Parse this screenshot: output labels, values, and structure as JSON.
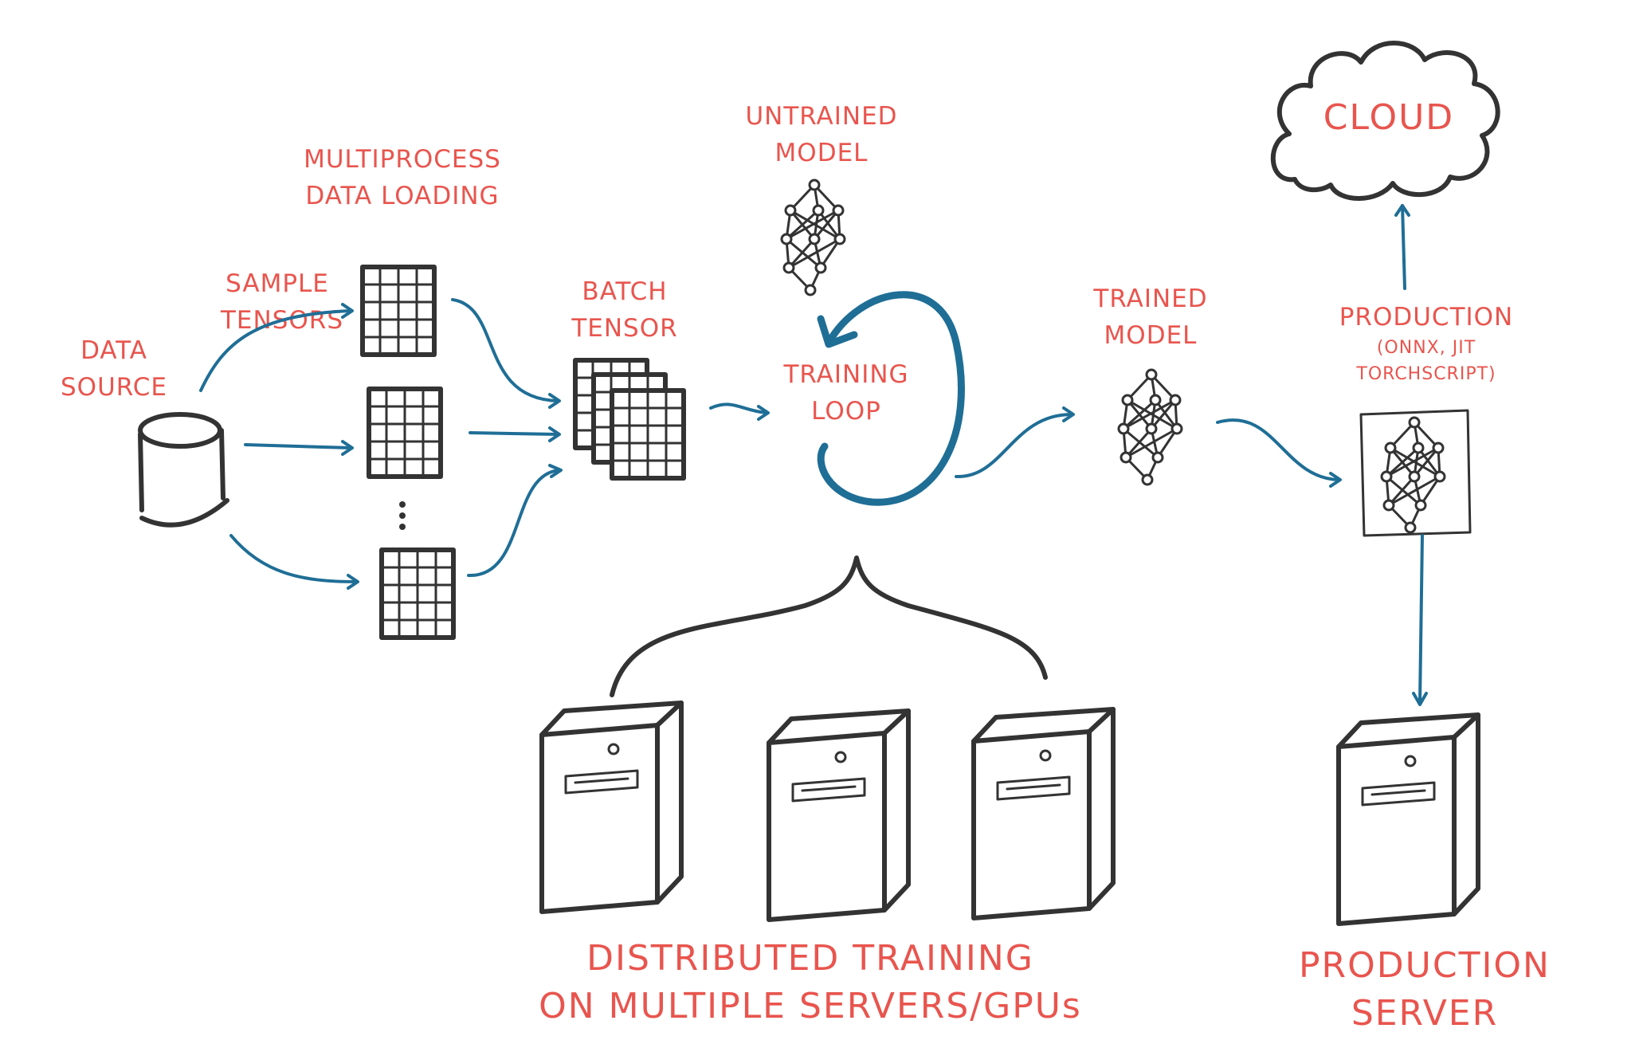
{
  "labels": {
    "multiprocess": [
      "MULTIPROCESS",
      "DATA LOADING"
    ],
    "sample_tensors": [
      "SAMPLE",
      "TENSORS"
    ],
    "data_source": [
      "DATA",
      "SOURCE"
    ],
    "batch_tensor": [
      "BATCH",
      "TENSOR"
    ],
    "untrained_model": [
      "UNTRAINED",
      "MODEL"
    ],
    "training_loop": [
      "TRAINING",
      "LOOP"
    ],
    "trained_model": [
      "TRAINED",
      "MODEL"
    ],
    "production": [
      "PRODUCTION",
      "(ONNX, JIT",
      "TORCHSCRIPT)"
    ],
    "cloud": "CLOUD",
    "distributed_training": [
      "DISTRIBUTED TRAINING",
      "ON MULTIPLE SERVERS/GPUs"
    ],
    "production_server": [
      "PRODUCTION",
      "SERVER"
    ]
  },
  "colors": {
    "label": "#e8554e",
    "arrow": "#1f6e96",
    "ink": "#333333"
  },
  "icons": [
    "database-icon",
    "tensor-grid-icon",
    "neural-network-icon",
    "server-tower-icon",
    "cloud-icon",
    "brace-icon"
  ]
}
